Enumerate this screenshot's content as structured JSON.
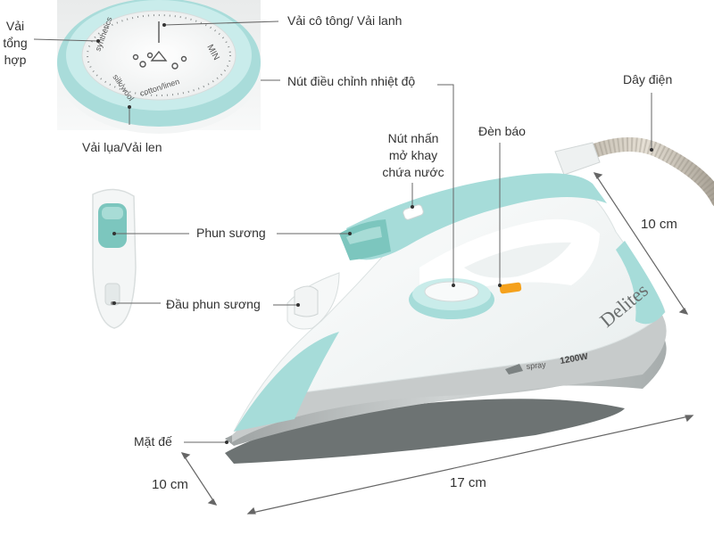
{
  "labels": {
    "mixed_fabric_lines": [
      "Vải",
      "tổng",
      "hợp"
    ],
    "cotton_linen": "Vải cô tông/ Vải lanh",
    "temperature_knob": "Nút điều chỉnh nhiệt độ",
    "silk_wool": "Vải lụa/Vải len",
    "power_cord": "Dây điện",
    "indicator_light": "Đèn báo",
    "water_tank_button_lines": [
      "Nút nhấn",
      "mở khay",
      "chứa nước"
    ],
    "spray_button": "Phun sương",
    "spray_nozzle": "Đầu phun sương",
    "soleplate": "Mặt đế",
    "height_dimension": "10 cm",
    "depth_dimension": "10 cm",
    "length_dimension": "17 cm"
  },
  "dial_text": {
    "min": "MIN",
    "synthetics": "synthetics",
    "silk_wool": "silk/wool",
    "cotton_linen": "cotton/linen"
  },
  "product": {
    "brand": "Delites",
    "spray_mark": "spray",
    "power_mark": "1200W"
  },
  "colors": {
    "accent_aqua": "#9fdad8",
    "spray_button_teal": "#7cc6be",
    "indicator_orange": "#f5a11c",
    "body_white": "#f7f9f9",
    "soleplate_gray": "#b8bcbc",
    "label_text": "#333333",
    "leader_line": "#666666"
  }
}
